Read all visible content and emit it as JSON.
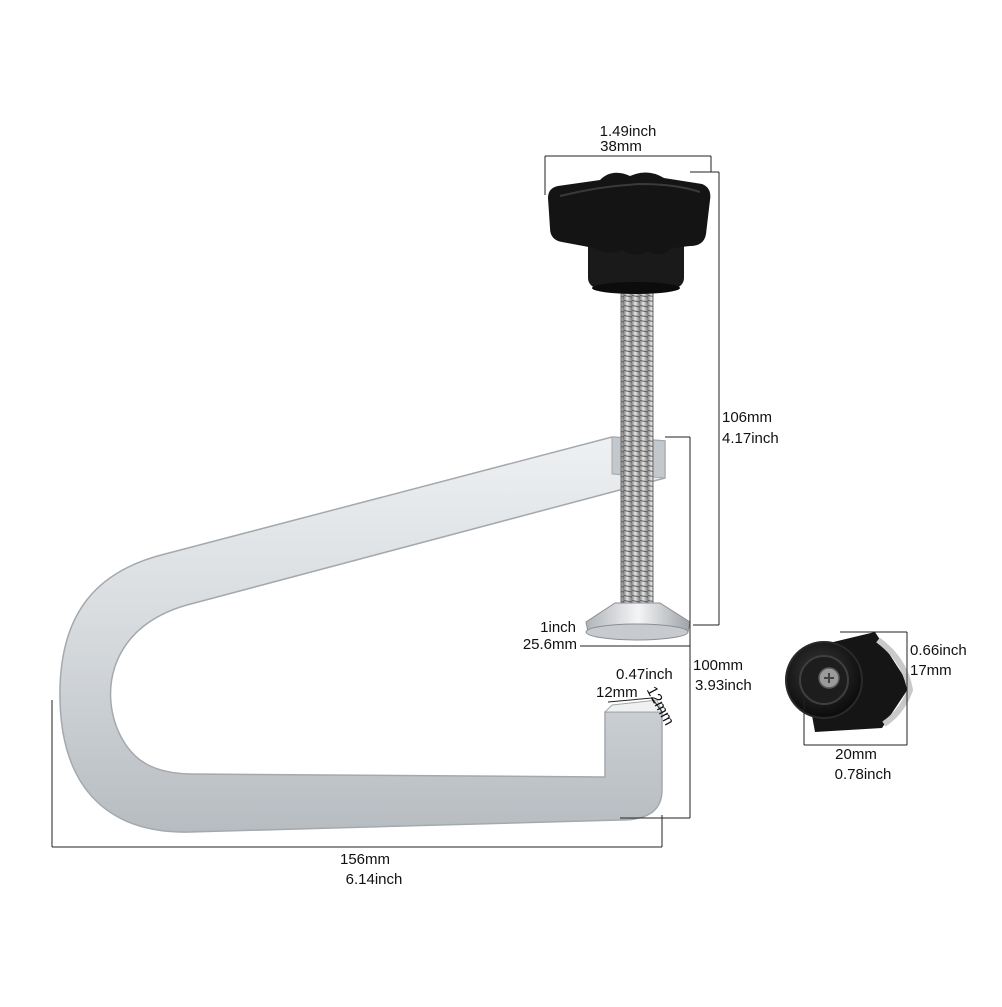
{
  "colors": {
    "background": "#ffffff",
    "aluminum": "#d9dde1",
    "aluminum_shade": "#b9bec4",
    "knob": "#141414",
    "dimension_line": "#222222",
    "text": "#111111"
  },
  "icons": {
    "clamp": "aluminum-clamp-body-icon",
    "knob": "star-knob-icon",
    "screw": "threaded-screw-icon",
    "pad": "swivel-pad-icon",
    "stop": "rubber-stop-icon"
  },
  "dimensions": {
    "knob_width": {
      "inch": "1.49inch",
      "mm": "38mm"
    },
    "screw_height": {
      "mm": "106mm",
      "inch": "4.17inch"
    },
    "pad_diameter": {
      "inch": "1inch",
      "mm": "25.6mm"
    },
    "clamp_opening": {
      "mm": "100mm",
      "inch": "3.93inch"
    },
    "tip_size": {
      "inch": "0.47inch",
      "mm_width": "12mm",
      "mm_height": "12mm"
    },
    "total_length": {
      "mm": "156mm",
      "inch": "6.14inch"
    },
    "stop_height": {
      "inch": "0.66inch",
      "mm": "17mm"
    },
    "stop_width": {
      "mm": "20mm",
      "inch": "0.78inch"
    }
  }
}
